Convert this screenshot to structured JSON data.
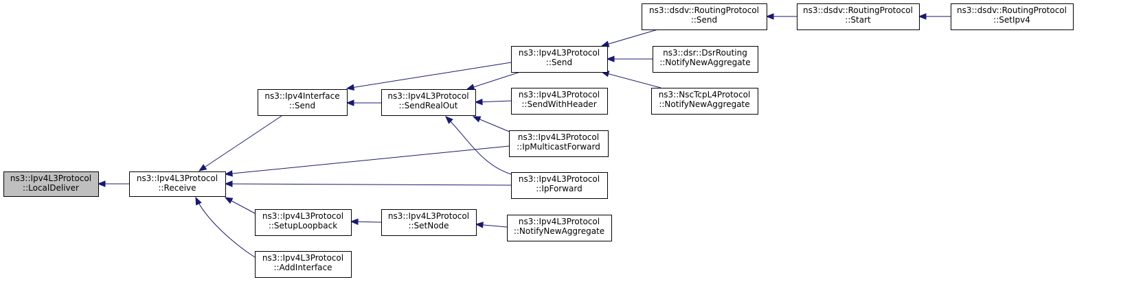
{
  "graph": {
    "type": "caller-graph",
    "colors": {
      "edge": "#191970",
      "root_fill": "#bfbfbf",
      "node_fill": "#ffffff",
      "border": "#000000"
    },
    "nodes": [
      {
        "id": "n0",
        "lines": [
          "ns3::Ipv4L3Protocol",
          "::LocalDeliver"
        ],
        "root": true
      },
      {
        "id": "n1",
        "lines": [
          "ns3::Ipv4L3Protocol",
          "::Receive"
        ]
      },
      {
        "id": "n2",
        "lines": [
          "ns3::Ipv4Interface",
          "::Send"
        ]
      },
      {
        "id": "n3",
        "lines": [
          "ns3::Ipv4L3Protocol",
          "::SetupLoopback"
        ]
      },
      {
        "id": "n4",
        "lines": [
          "ns3::Ipv4L3Protocol",
          "::AddInterface"
        ]
      },
      {
        "id": "n5",
        "lines": [
          "ns3::Ipv4L3Protocol",
          "::SendRealOut"
        ]
      },
      {
        "id": "n6",
        "lines": [
          "ns3::Ipv4L3Protocol",
          "::SetNode"
        ]
      },
      {
        "id": "n7",
        "lines": [
          "ns3::Ipv4L3Protocol",
          "::Send"
        ]
      },
      {
        "id": "n8",
        "lines": [
          "ns3::Ipv4L3Protocol",
          "::SendWithHeader"
        ]
      },
      {
        "id": "n9",
        "lines": [
          "ns3::Ipv4L3Protocol",
          "::IpMulticastForward"
        ]
      },
      {
        "id": "n10",
        "lines": [
          "ns3::Ipv4L3Protocol",
          "::IpForward"
        ]
      },
      {
        "id": "n11",
        "lines": [
          "ns3::Ipv4L3Protocol",
          "::NotifyNewAggregate"
        ]
      },
      {
        "id": "n12",
        "lines": [
          "ns3::dsdv::RoutingProtocol",
          "::Send"
        ]
      },
      {
        "id": "n13",
        "lines": [
          "ns3::dsr::DsrRouting",
          "::NotifyNewAggregate"
        ]
      },
      {
        "id": "n14",
        "lines": [
          "ns3::NscTcpL4Protocol",
          "::NotifyNewAggregate"
        ]
      },
      {
        "id": "n15",
        "lines": [
          "ns3::dsdv::RoutingProtocol",
          "::Start"
        ]
      },
      {
        "id": "n16",
        "lines": [
          "ns3::dsdv::RoutingProtocol",
          "::SetIpv4"
        ]
      }
    ],
    "edges": [
      {
        "from": "n1",
        "to": "n0"
      },
      {
        "from": "n2",
        "to": "n1"
      },
      {
        "from": "n9",
        "to": "n1"
      },
      {
        "from": "n10",
        "to": "n1"
      },
      {
        "from": "n3",
        "to": "n1"
      },
      {
        "from": "n4",
        "to": "n1"
      },
      {
        "from": "n7",
        "to": "n2"
      },
      {
        "from": "n5",
        "to": "n2"
      },
      {
        "from": "n7",
        "to": "n5"
      },
      {
        "from": "n8",
        "to": "n5"
      },
      {
        "from": "n9",
        "to": "n5"
      },
      {
        "from": "n10",
        "to": "n5"
      },
      {
        "from": "n6",
        "to": "n3"
      },
      {
        "from": "n11",
        "to": "n6"
      },
      {
        "from": "n12",
        "to": "n7"
      },
      {
        "from": "n13",
        "to": "n7"
      },
      {
        "from": "n14",
        "to": "n7"
      },
      {
        "from": "n15",
        "to": "n12"
      },
      {
        "from": "n16",
        "to": "n15"
      }
    ]
  }
}
